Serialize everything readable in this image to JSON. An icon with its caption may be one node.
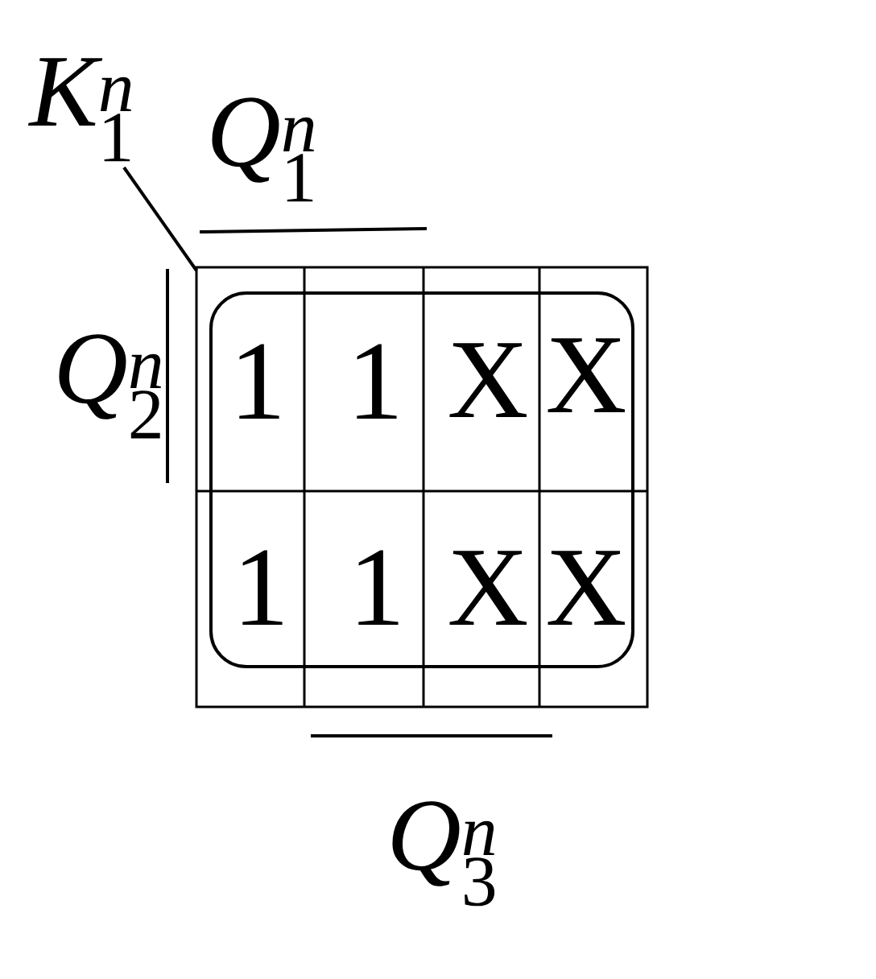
{
  "diagram": {
    "labels": [
      "K_1^n",
      "Q_1^n",
      "Q_2^n",
      "1",
      "1",
      "X",
      "X",
      "1",
      "1",
      "X",
      "X",
      "Q_3^n"
    ]
  }
}
